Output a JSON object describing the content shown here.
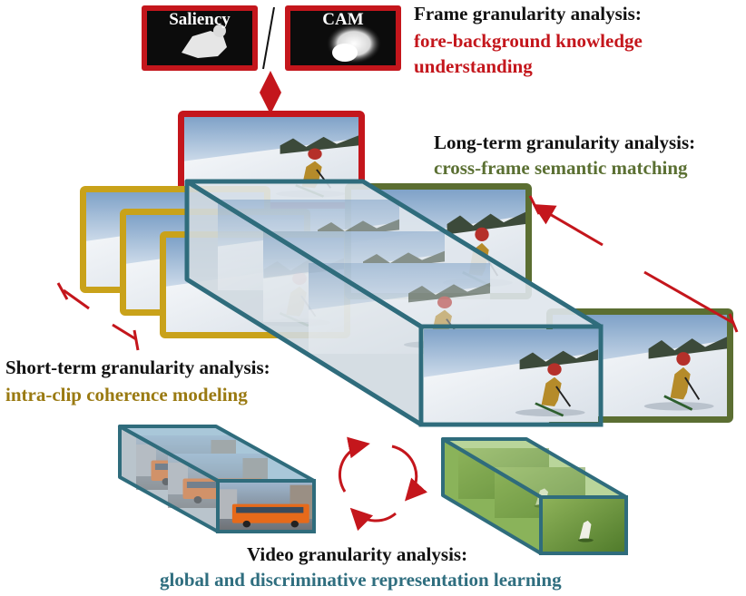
{
  "colors": {
    "frame": "#c4161c",
    "short_term": "#c39a18",
    "long_term": "#5b6e32",
    "video": "#2f6c7c",
    "arrow": "#c4161c"
  },
  "frame_maps": {
    "saliency": "Saliency",
    "separator": "/",
    "cam": "CAM"
  },
  "labels": {
    "frame_title": "Frame granularity analysis:",
    "frame_desc_1": "fore-background knowledge",
    "frame_desc_2": "understanding",
    "long_title": "Long-term granularity analysis:",
    "long_desc": "cross-frame semantic matching",
    "short_title": "Short-term granularity analysis:",
    "short_desc": "intra-clip coherence modeling",
    "video_title": "Video granularity analysis:",
    "video_desc": "global and discriminative representation learning"
  },
  "icons": {
    "cycle": "cycle-arrows-icon",
    "double_arrow": "double-arrow-icon"
  }
}
